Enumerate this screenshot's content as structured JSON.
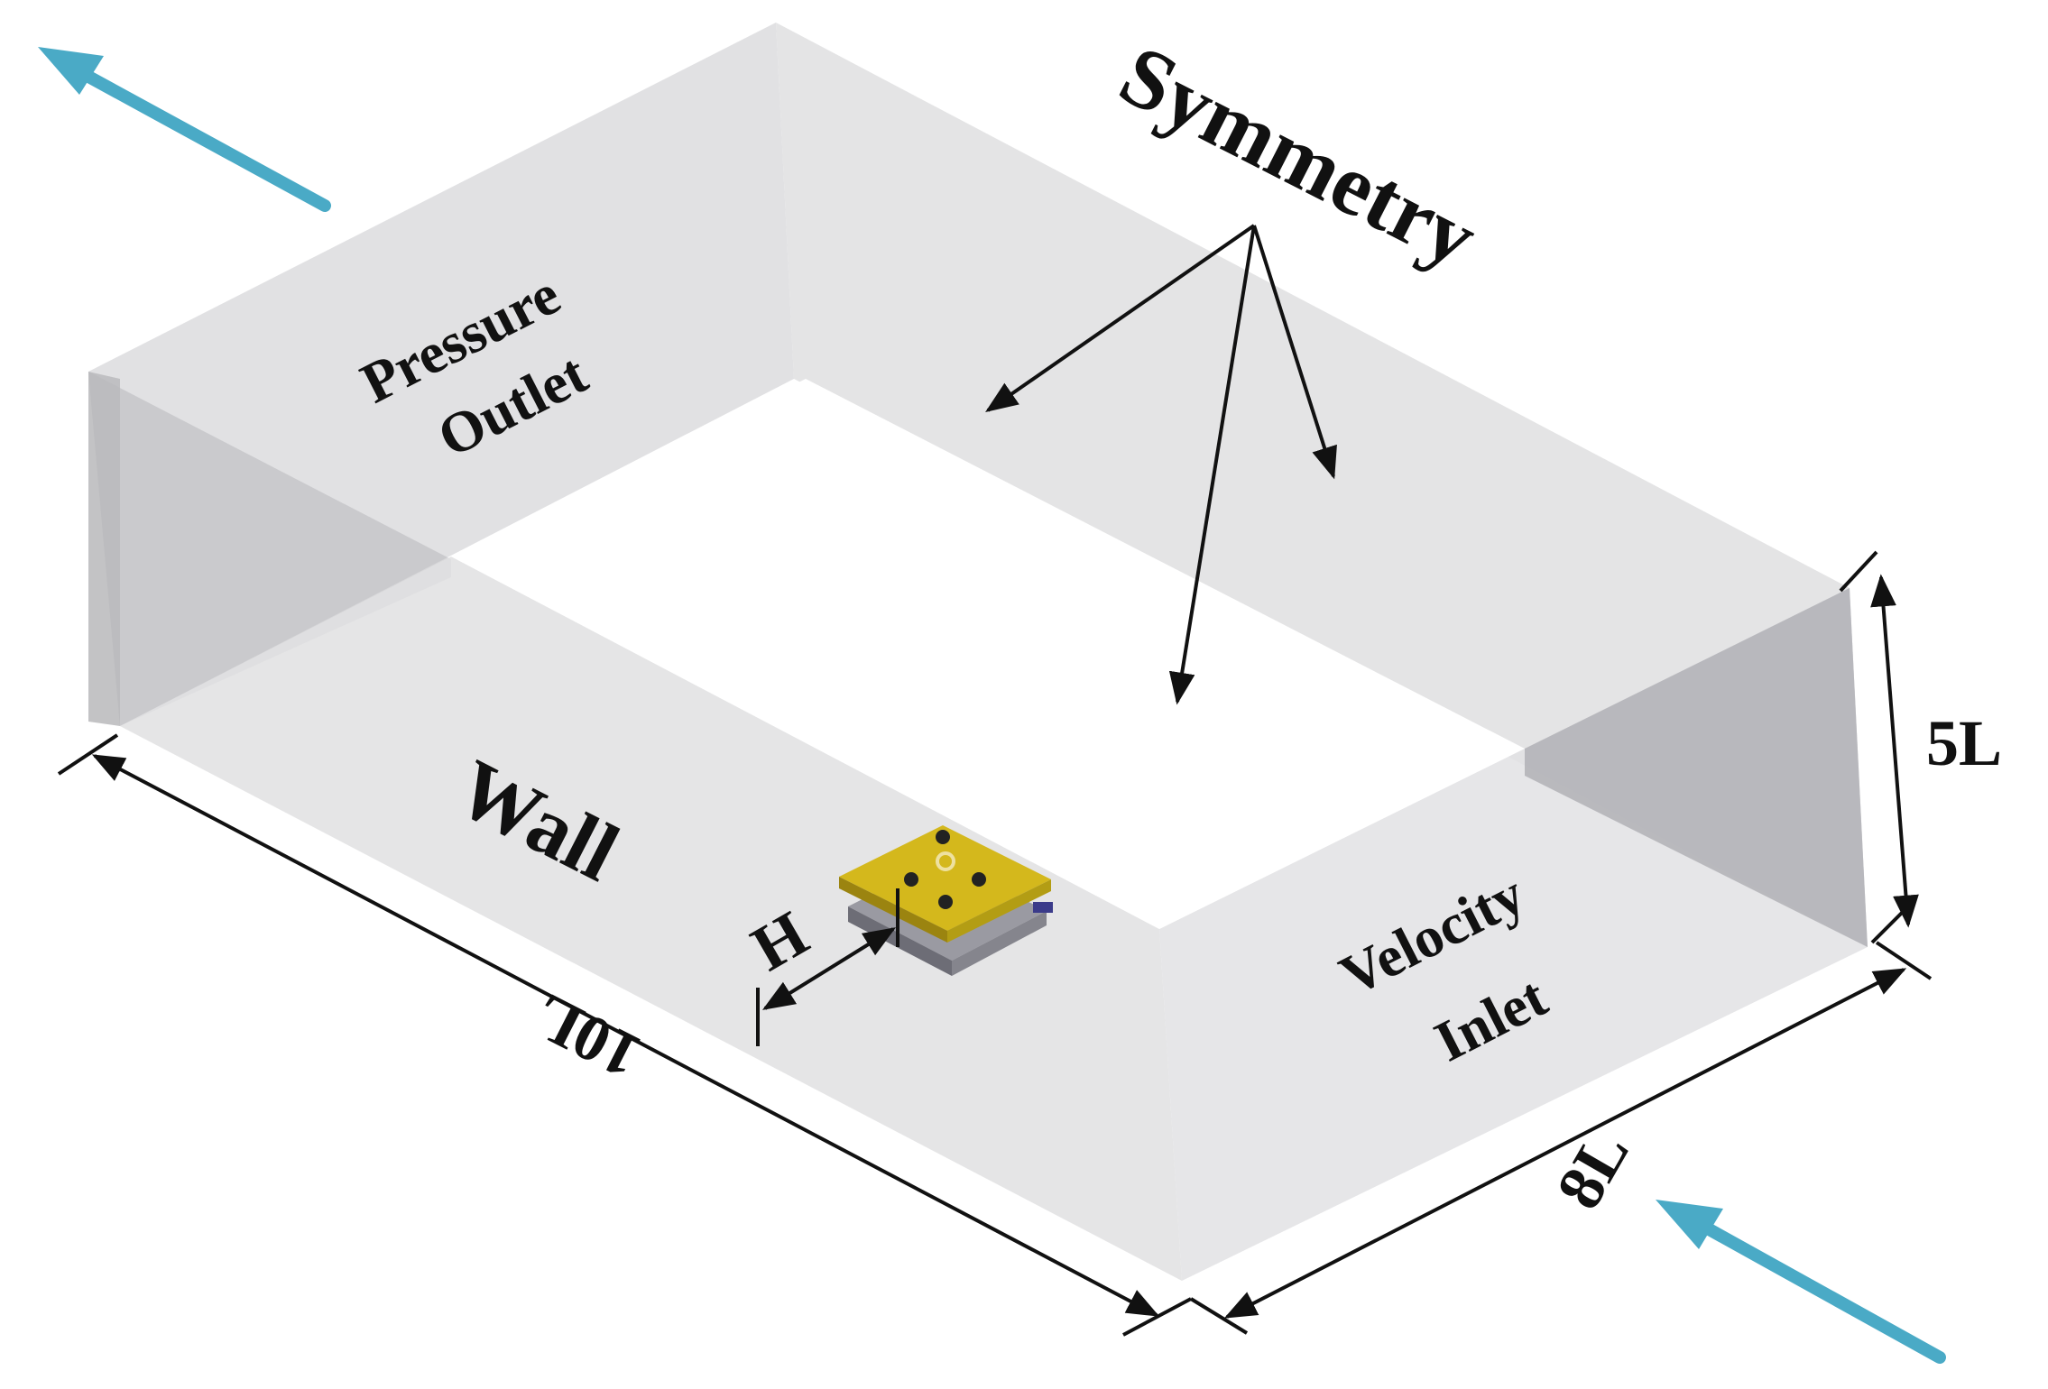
{
  "labels": {
    "symmetry": "Symmetry",
    "pressure_outlet_line1": "Pressure",
    "pressure_outlet_line2": "Outlet",
    "wall": "Wall",
    "velocity_inlet_line1": "Velocity",
    "velocity_inlet_line2": "Inlet",
    "height_var": "H",
    "length_dim": "10L",
    "width_dim": "8L",
    "depth_dim": "5L"
  },
  "colors": {
    "flow_arrow": "#4aaac6",
    "wall_face": "#dedee0",
    "end_face": "#b6b6b9",
    "model_top": "#d4b81c",
    "dim_line": "#111111"
  },
  "icons": {
    "inflow": "flow-arrow-icon",
    "outflow": "flow-arrow-icon",
    "model": "building-model-icon"
  }
}
